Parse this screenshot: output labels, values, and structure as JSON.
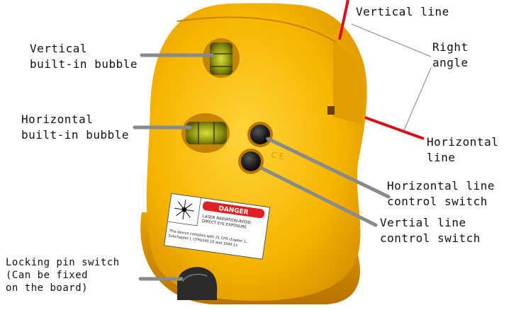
{
  "labels": {
    "vertical_bubble": [
      "Vertical",
      "built-in bubble"
    ],
    "horizontal_bubble": [
      "Horizontal",
      "built-in bubble"
    ],
    "vertical_line": "Vertical line",
    "right_angle": [
      "Right",
      "angle"
    ],
    "horizontal_line": [
      "Horizontal",
      "line"
    ],
    "horizontal_switch": [
      "Horizontal line",
      "control switch"
    ],
    "vertical_switch": [
      "Vertial line",
      "control switch"
    ],
    "locking_pin": [
      "Locking pin switch",
      "(Can be fixed",
      "on the board)"
    ]
  },
  "warning_label": {
    "header": "DANGER",
    "lines": [
      "LASER RADIATION-AVOID",
      "DIRECT EYE EXPOSURE",
      "This device complies with 21 CFR chapter 1,",
      "Subchapter J, CFR1040.10 and 1040.11"
    ]
  },
  "colors": {
    "body": "#f5b400",
    "body_shadow": "#d99000",
    "laser": "#d8101a",
    "bubble": "#9fa614",
    "switch": "#222222",
    "leader": "#8a8a8a"
  }
}
